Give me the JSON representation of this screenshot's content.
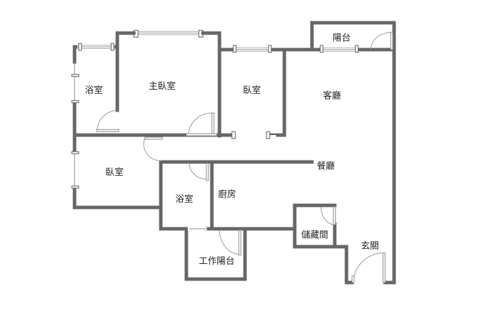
{
  "floorplan": {
    "rooms": {
      "bath_master": "浴室",
      "master_bedroom": "主臥室",
      "bedroom_2": "臥室",
      "balcony": "陽台",
      "living_room": "客廳",
      "dining_room": "餐廳",
      "bedroom_3": "臥室",
      "bath_2": "浴室",
      "kitchen": "廚房",
      "storage": "儲藏間",
      "entrance": "玄關",
      "utility_balcony": "工作陽台"
    },
    "colors": {
      "wall": "#666666",
      "background": "#ffffff"
    }
  }
}
